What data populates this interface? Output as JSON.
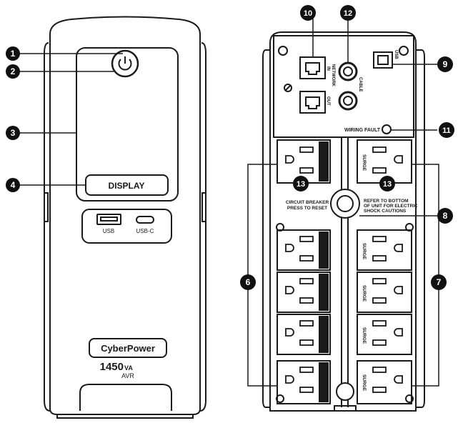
{
  "front": {
    "display_label": "DISPLAY",
    "usb_a_label": "USB",
    "usb_c_label": "USB-C",
    "brand": "CyberPower",
    "capacity": "1450",
    "capacity_unit": "VA",
    "model_suffix": "AVR"
  },
  "back": {
    "usb_label": "USB",
    "network_in_label": "IN",
    "network_label": "NETWORK",
    "network_out_label": "OUT",
    "cable_label": "CABLE",
    "wiring_fault_label": "WIRING FAULT",
    "breaker_label_1": "CIRCUIT BREAKER",
    "breaker_label_2": "PRESS TO RESET",
    "refer_label_1": "REFER TO BOTTOM",
    "refer_label_2": "OF UNIT FOR ELECTRIC",
    "refer_label_3": "SHOCK CAUTIONS",
    "surge_label": "SURGE"
  },
  "callouts": {
    "c1": "1",
    "c2": "2",
    "c3": "3",
    "c4": "4",
    "c6": "6",
    "c7": "7",
    "c8": "8",
    "c9": "9",
    "c10": "10",
    "c11": "11",
    "c12": "12",
    "c13a": "13",
    "c13b": "13"
  },
  "colors": {
    "ink": "#1a1a1a",
    "body_fill": "#ffffff",
    "screen_fill": "#ffffff",
    "callout_fill": "#111111",
    "callout_text": "#ffffff"
  }
}
